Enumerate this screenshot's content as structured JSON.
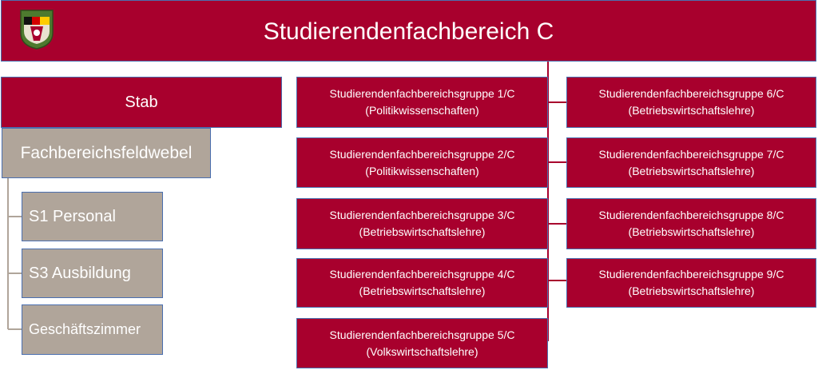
{
  "header": {
    "title": "Studierendenfachbereich C"
  },
  "stab": {
    "label": "Stab"
  },
  "feldwebel": {
    "label": "Fachbereichsfeldwebel"
  },
  "sections": [
    {
      "label": "S1 Personal"
    },
    {
      "label": "S3 Ausbildung"
    },
    {
      "label": "Geschäftszimmer"
    }
  ],
  "groups_left": [
    {
      "name": "Studierendenfachbereichsgruppe 1/C",
      "subject": "(Politikwissenschaften)"
    },
    {
      "name": "Studierendenfachbereichsgruppe 2/C",
      "subject": "(Politikwissenschaften)"
    },
    {
      "name": "Studierendenfachbereichsgruppe 3/C",
      "subject": "(Betriebswirtschaftslehre)"
    },
    {
      "name": "Studierendenfachbereichsgruppe 4/C",
      "subject": "(Betriebswirtschaftslehre)"
    },
    {
      "name": "Studierendenfachbereichsgruppe 5/C",
      "subject": "(Volkswirtschaftslehre)"
    }
  ],
  "groups_right": [
    {
      "name": "Studierendenfachbereichsgruppe 6/C",
      "subject": "(Betriebswirtschaftslehre)"
    },
    {
      "name": "Studierendenfachbereichsgruppe 7/C",
      "subject": "(Betriebswirtschaftslehre)"
    },
    {
      "name": "Studierendenfachbereichsgruppe 8/C",
      "subject": "(Betriebswirtschaftslehre)"
    },
    {
      "name": "Studierendenfachbereichsgruppe 9/C",
      "subject": "(Betriebswirtschaftslehre)"
    }
  ],
  "colors": {
    "primary": "#a8002d",
    "secondary": "#b0a59a",
    "border": "#4a6fb0",
    "connector": "#a8002d"
  }
}
